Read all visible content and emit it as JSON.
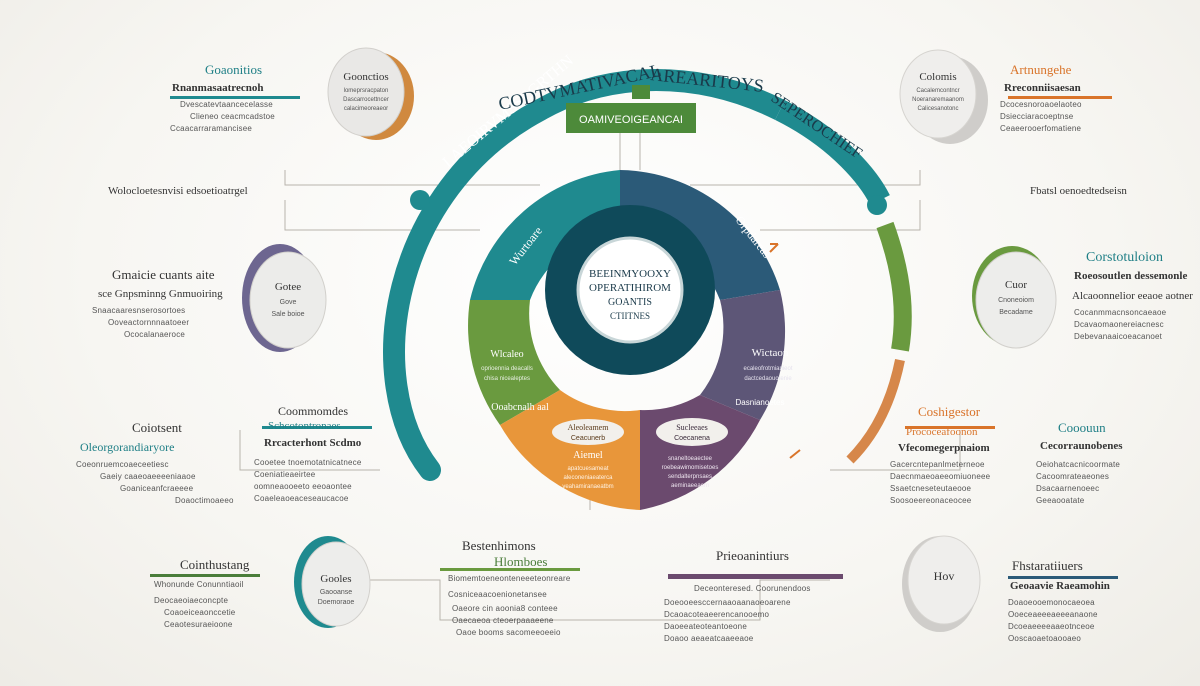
{
  "arc": {
    "left_text": "LAEOIRVMSSEGRTHN",
    "top_left": "CODTVMATIVACAL",
    "top_right": "AREARITOYS",
    "right_text": "SEPEROCHIEF"
  },
  "top_banner": "OAMIVEOIGEANCAI",
  "center": {
    "line1": "BEEINMYOOXY",
    "line2": "OPERATIHIROM",
    "line3": "GOANTIS",
    "line4": "CTIITNES"
  },
  "segments": {
    "left_green": {
      "title": "Wlcaleo",
      "lines": [
        "oprioennia deacalls",
        "chisa nicealeptes",
        "Ooabcnalh aal"
      ]
    },
    "right_purple": {
      "title": "Wictaon",
      "lines": [
        "ecaleofrotmianieot",
        "dactcedaouotenie",
        "Dasnianoetes"
      ]
    },
    "bottom_orange": {
      "title": "Aleoleamem",
      "sub": "Ceacunerb",
      "title2": "Aiemel",
      "lines": [
        "apatcuesameat",
        "aleconeniaeaterca",
        "veahamiranaeatbm"
      ]
    },
    "bottom_purple": {
      "title": "Sucleeaes",
      "sub": "Coecanena",
      "lines": [
        "snaneltoeaectee",
        "roebeawimomisetoes",
        "sendalterpnsaes",
        "aeminaeeaem"
      ]
    },
    "inner_left": "Wurtoare",
    "inner_right": "Orpdareas"
  },
  "nodes": {
    "top_left": {
      "bubble": "Goonctios",
      "title": "Goaonitios",
      "sub": "Rnanmasaatrecnoh",
      "lines": [
        "Dvescatevtaancecelasse",
        "Clieneo ceacmcadstoe",
        "Ccaacarraramancisee"
      ],
      "sidelines": [
        "lomeprsracpaton",
        "Dascarrocettncer",
        "calacimeoreaeor"
      ]
    },
    "top_right": {
      "bubble": "Colomis",
      "title": "Artnungehe",
      "sub": "Rreconniisaesan",
      "lines": [
        "Dcocesnoroaoelaoteo",
        "Dsiecciaracoeptnse",
        "Ceaeerooerfomatiene"
      ],
      "sidelines": [
        "Cacalemcontncr",
        "Noeranaremaanom",
        "Calicesanotonc"
      ]
    },
    "mid_left": {
      "bubble": "Gotee",
      "bubble2": "Gove",
      "bubble3": "Sale boioe",
      "title": "Gmaicie cuants aite",
      "sub": "sce Gnpsminng Gnmuoiring",
      "lines": [
        "Snaacaaresnserosortoes",
        "Ooveactornnnaatoeer",
        "Ococalanaeroce"
      ]
    },
    "mid_right": {
      "bubble": "Cuor",
      "bubble2": "Cnoneoiom",
      "bubble3": "Becadame",
      "title": "Corstotuloion",
      "sub": "Roeosoutlen dessemonle",
      "sub2": "Alcaoonnelior eeaoe aotner",
      "lines": [
        "Cocanmmacnsoncaeaoe",
        "Dcavaomaonereiacnesc",
        "Debevanaaicoeacanoet"
      ]
    },
    "row_left": {
      "title": "Coiotsent",
      "sub": "Oleorgorandiaryore",
      "lines": [
        "Coeonruemcoaeceetiesc",
        "Gaeiy caaeoaeeeeniaaoe",
        "Goaniceanfcraeeee",
        "Doaoctimoaeeo"
      ]
    },
    "row_left2": {
      "title": "Coommomdes",
      "sub": "Schcotontronaes",
      "sub2": "Rrcacterhont Scdmo",
      "lines": [
        "Cooetee tnoemotatnicatnece",
        "Coeniatieaeirtee",
        "oomneaooeeto eeoaontee",
        "Coaeleaoeaceseaucacoe"
      ]
    },
    "row_right": {
      "title": "Coshigestor",
      "sub": "Prococeafoonon",
      "sub2": "Vfecomegerpnaiom",
      "lines": [
        "Gacercntepanlmeterneoe",
        "Daecnmaeoaeeomiuoneee",
        "Ssaetcneseteutaeooe",
        "Soosoeereonaceocee"
      ]
    },
    "row_right2": {
      "title": "Cooouun",
      "sub": "Cecorraunobenes",
      "lines": [
        "Oeiohatcacnicoormate",
        "Cacoomrateaeones",
        "Dsacaarnenoeec",
        "Geeaooatate"
      ]
    },
    "bottom_left": {
      "bubble": "Gooles",
      "bubble2": "Gaooanse",
      "bubble3": "Doemoraoe",
      "title": "Cointhustang",
      "sub": "Whonunde Conunntiaoil",
      "lines": [
        "Deocaeoiaeconcpte",
        "Coaoeiceaonccetie",
        "Ceaotesuraeioone"
      ]
    },
    "bottom_mid": {
      "title": "Bestenhimons",
      "title2": "Hlomboes",
      "sub": "Biomemtoeneonteneeeteonreare",
      "lines": [
        "Cosniceaacoenionetansee",
        "Oaeore cin aoonia8 conteee",
        "Oaecaeoa cteoerpaaaeene",
        "Oaoe booms sacomeeoeeio"
      ]
    },
    "bottom_mid2": {
      "title": "Prieoanintiurs",
      "sub": "Deceonteresed. Coorunendoos",
      "lines": [
        "Doeooeesccernaaoaanaoeoarene",
        "Dcaoacoteaeerencanooemo",
        "Daoeeateoteantoeone",
        "Doaoo aeaeatcaaeeaoe"
      ]
    },
    "bottom_right": {
      "bubble": "Hov",
      "title": "Fhstaratiiuers",
      "sub": "Geoaavie Raeamohin",
      "lines": [
        "Doaoeooemonocaeoea",
        "Ooeceaeeeaeeeanaone",
        "Dcoeaeeeeaaeotnceoe",
        "Ooscaoaetoaooaeo"
      ]
    },
    "left_float": "Wolocloetesnvisi edsoetioatrgel",
    "right_float": "Fbatsl oenoedtedseisn"
  },
  "colors": {
    "teal": "#1f8a8f",
    "dark_teal": "#0f4a5a",
    "navy": "#2b5a78",
    "green": "#6a9a3f",
    "purple": "#5d5677",
    "orange": "#e8963a",
    "plum": "#6b4a6e",
    "orange_arc": "#d6874a"
  }
}
